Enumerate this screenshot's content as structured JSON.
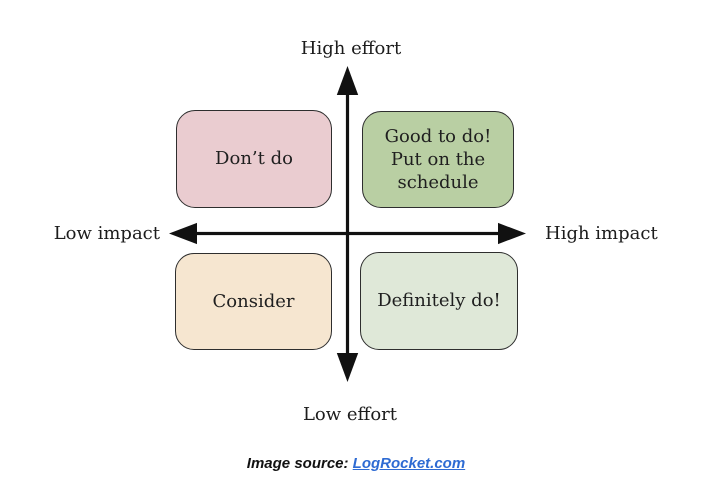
{
  "diagram": {
    "axes": {
      "top_label": "High effort",
      "bottom_label": "Low effort",
      "left_label": "Low impact",
      "right_label": "High impact",
      "axis_color": "#111111"
    },
    "quadrants": [
      {
        "position": "top-left",
        "label": "Don’t do",
        "fill": "#eaccd0"
      },
      {
        "position": "top-right",
        "label": "Good to do!\nPut on the\nschedule",
        "fill": "#b9cfa3"
      },
      {
        "position": "bottom-left",
        "label": "Consider",
        "fill": "#f6e6d0"
      },
      {
        "position": "bottom-right",
        "label": "Definitely do!",
        "fill": "#dfe8d8"
      }
    ],
    "border_color": "#2e2e2e",
    "text_color": "#1f1f1f"
  },
  "caption": {
    "prefix": "Image source: ",
    "link_text": "LogRocket.com",
    "link_color": "#2e6bd3"
  }
}
